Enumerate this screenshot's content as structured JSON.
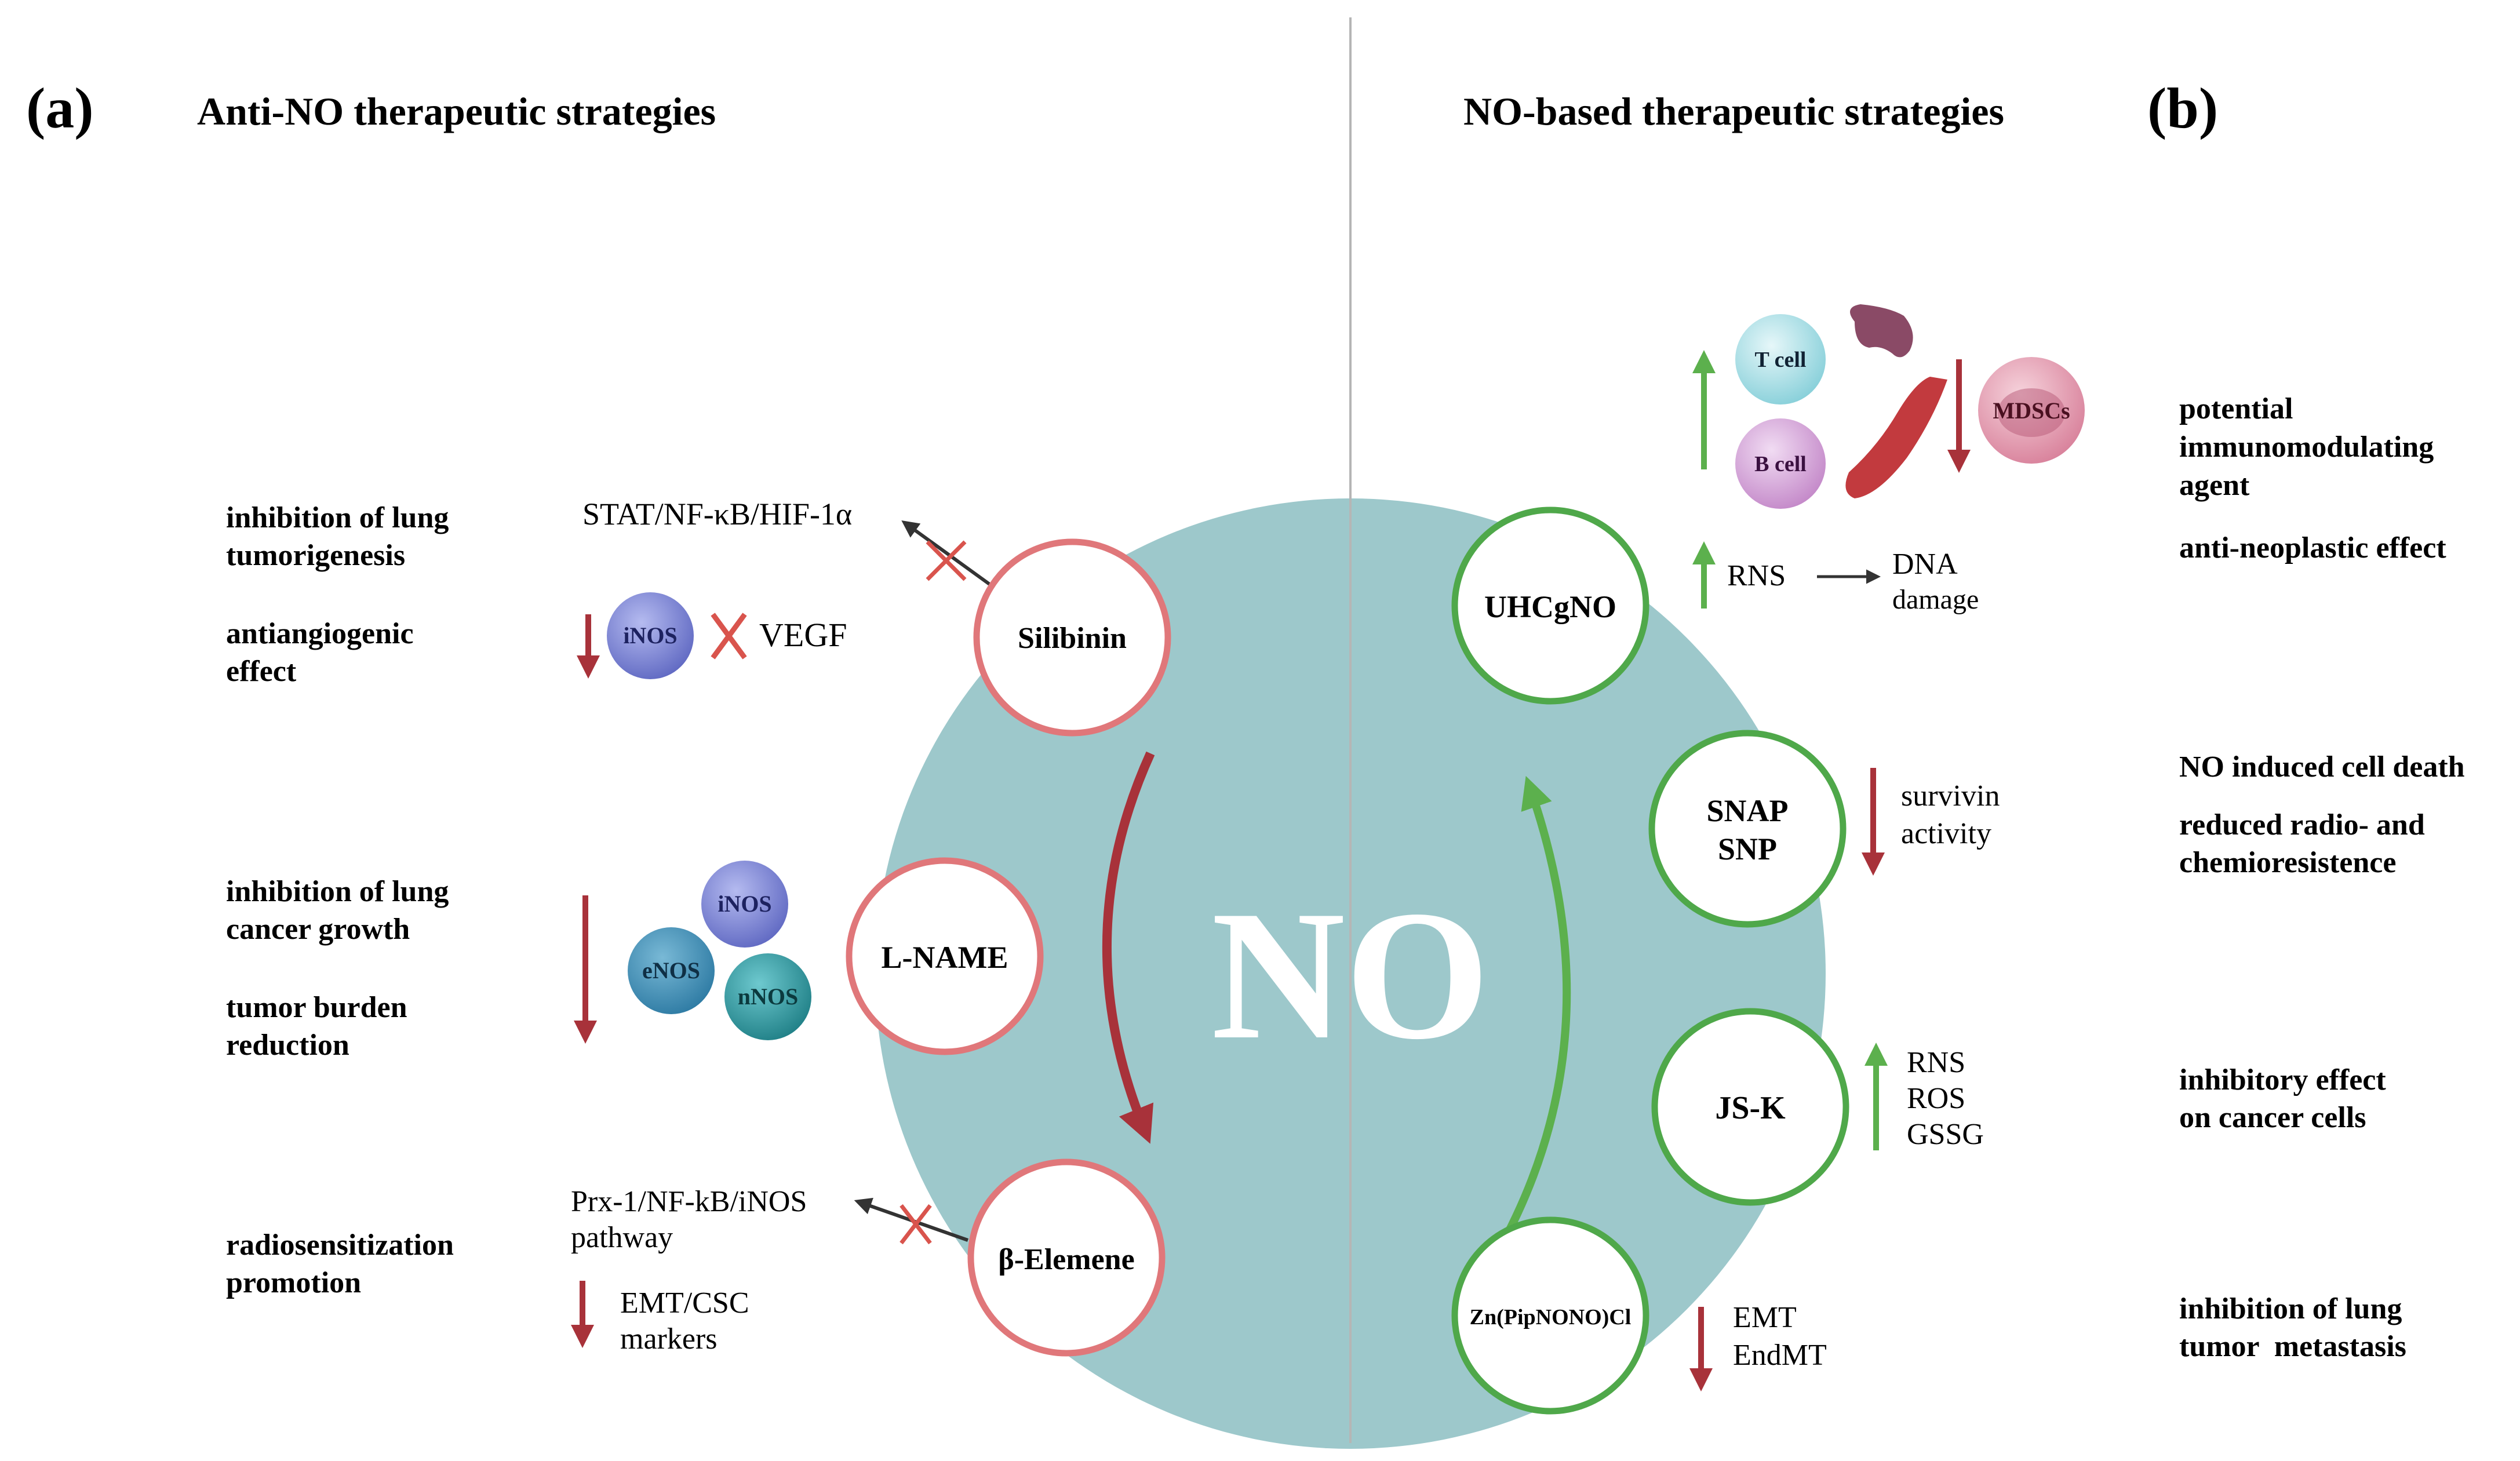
{
  "panels": {
    "a": {
      "tag": "(a)",
      "title": "Anti-NO therapeutic strategies"
    },
    "b": {
      "tag": "(b)",
      "title": "NO-based therapeutic strategies"
    }
  },
  "center": {
    "label": "NO"
  },
  "anti_no": {
    "silibinin": {
      "drug": "Silibinin",
      "pathway": "STAT/NF-κB/HIF-1α",
      "enzyme": "iNOS",
      "target": "VEGF",
      "effects": [
        "inhibition of lung",
        "tumorigenesis",
        "antiangiogenic",
        "effect"
      ]
    },
    "lname": {
      "drug": "L-NAME",
      "enzymes": [
        "iNOS",
        "eNOS",
        "nNOS"
      ],
      "effects": [
        "inhibition of lung",
        "cancer growth",
        "tumor burden",
        "reduction"
      ]
    },
    "elemene": {
      "drug": "β-Elemene",
      "pathway": [
        "Prx-1/NF-kB/iNOS",
        "pathway"
      ],
      "markers": [
        "EMT/CSC",
        "markers"
      ],
      "effects": [
        "radiosensitization",
        "promotion"
      ]
    }
  },
  "no_based": {
    "uhcgno": {
      "drug": "UHCgNO",
      "cells": [
        "T cell",
        "B cell",
        "MDSCs"
      ],
      "rns": "RNS",
      "dna": [
        "DNA",
        "damage"
      ],
      "effects": [
        "potential",
        "immunomodulating",
        "agent",
        "anti-neoplastic effect"
      ]
    },
    "snap": {
      "drug": [
        "SNAP",
        "SNP"
      ],
      "target": [
        "survivin",
        "activity"
      ],
      "effects": [
        "NO induced cell death",
        "reduced radio- and",
        "chemioresistence"
      ]
    },
    "jsk": {
      "drug": "JS-K",
      "species": [
        "RNS",
        "ROS",
        "GSSG"
      ],
      "effects": [
        "inhibitory effect",
        "on cancer cells"
      ]
    },
    "zn": {
      "drug": "Zn(PipNONO)Cl",
      "markers": [
        "EMT",
        "EndMT"
      ],
      "effects": [
        "inhibition of lung",
        "tumor  metastasis"
      ]
    }
  },
  "colors": {
    "no_circle": "#9dc8cb",
    "pink_ring": "#e0777a",
    "green_ring": "#4fa84a",
    "red_arrow": "#a8323a",
    "green_arrow": "#5cb04d",
    "divider": "#b5b5b5",
    "enzyme_purple": "#7d86d4",
    "enzyme_teal": "#2f9aa1",
    "tcell": "#a9dfe6",
    "bcell": "#d9a6dc",
    "mdsc": "#e7a0b4"
  },
  "icons": {
    "up": "up-arrow-icon",
    "down": "down-arrow-icon",
    "block": "cross-icon",
    "organ": "spleen-icon",
    "vessel": "blood-vessel-icon"
  }
}
